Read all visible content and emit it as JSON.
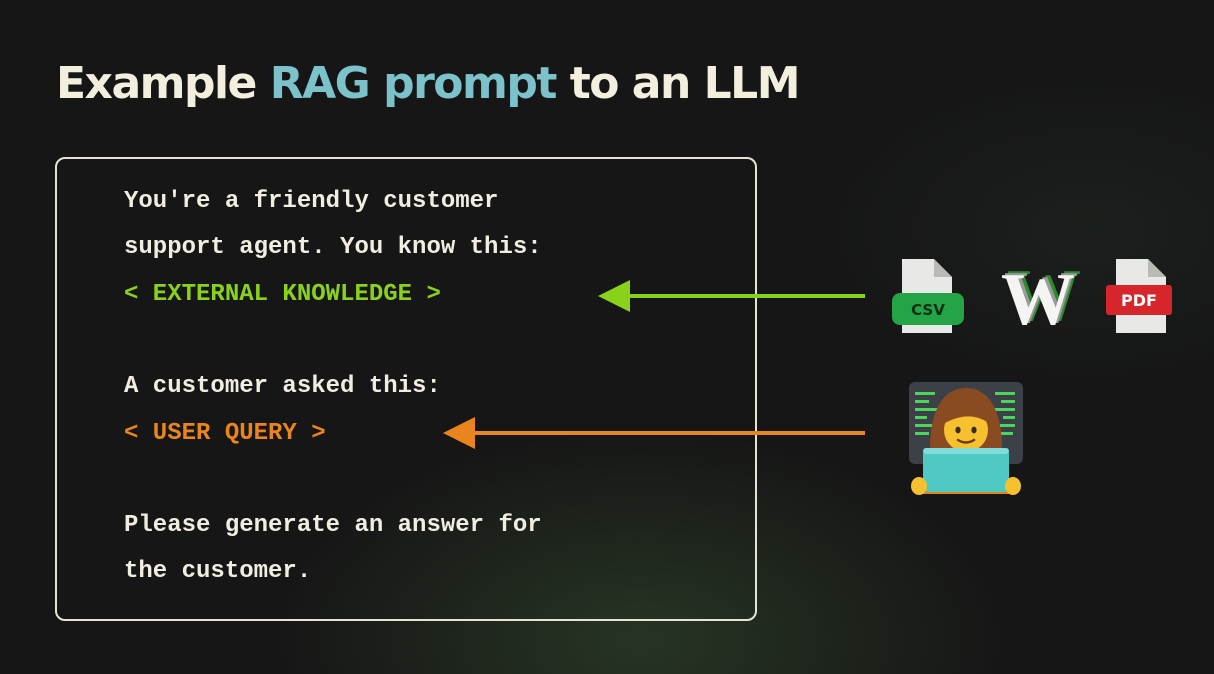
{
  "title": {
    "part1": "Example ",
    "highlight": "RAG prompt",
    "part2": " to an LLM"
  },
  "prompt": {
    "line1": "You're a friendly customer",
    "line2": "support agent. You know this:",
    "knowledge_placeholder": "< EXTERNAL KNOWLEDGE >",
    "line4": "A customer asked this:",
    "query_placeholder": "< USER QUERY >",
    "line6": "Please generate an answer for",
    "line7": "the customer."
  },
  "sources": {
    "csv_label": "CSV",
    "wiki_letter": "W",
    "pdf_label": "PDF"
  },
  "colors": {
    "title_highlight": "#7cc2ca",
    "knowledge": "#8ad21a",
    "query": "#e9851c"
  },
  "icons": [
    "csv-file-icon",
    "wikipedia-icon",
    "pdf-file-icon",
    "woman-technologist-icon"
  ]
}
